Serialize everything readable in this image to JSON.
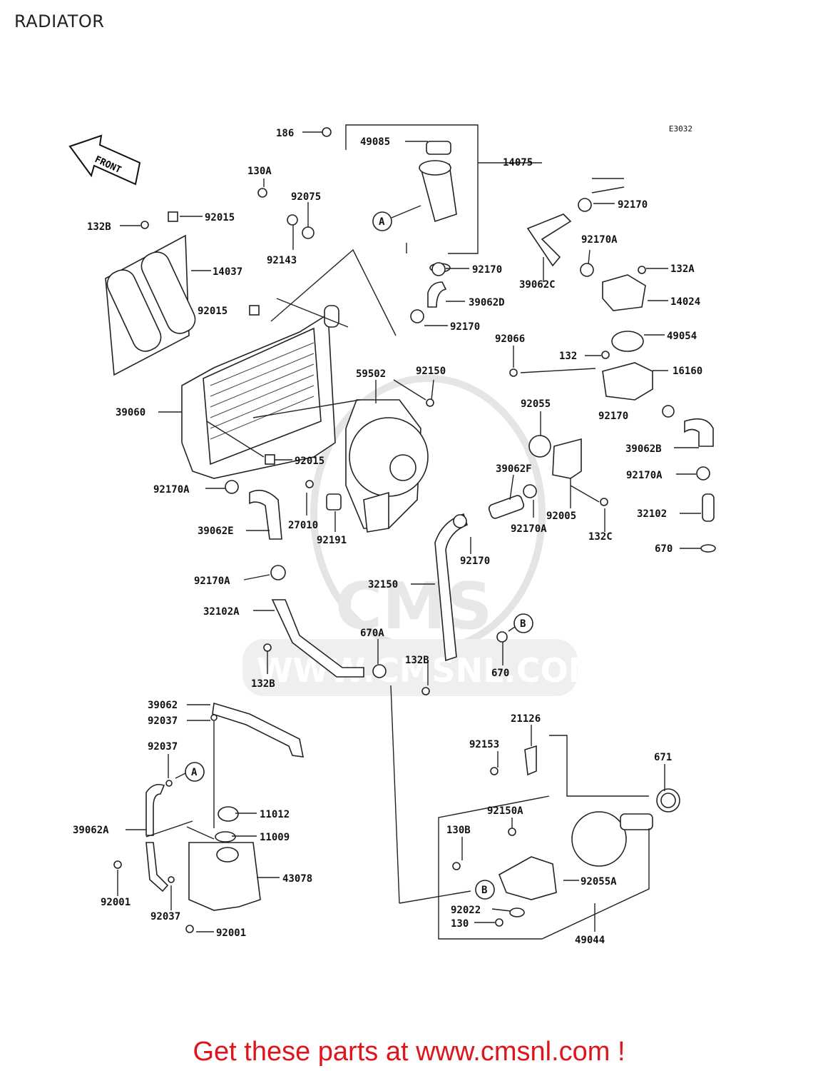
{
  "page": {
    "title": "RADIATOR",
    "diagram_code": "E3032"
  },
  "orientation": {
    "front_label": "FRONT"
  },
  "watermark": {
    "logo": "CMS",
    "url": "WWW.CMSNL.COM"
  },
  "callout_letters": [
    "A",
    "B"
  ],
  "parts": [
    {
      "label": "186"
    },
    {
      "label": "49085"
    },
    {
      "label": "14075"
    },
    {
      "label": "130A"
    },
    {
      "label": "92075"
    },
    {
      "label": "92015"
    },
    {
      "label": "132B"
    },
    {
      "label": "92143"
    },
    {
      "label": "14037"
    },
    {
      "label": "92170"
    },
    {
      "label": "92170A"
    },
    {
      "label": "132A"
    },
    {
      "label": "39062C"
    },
    {
      "label": "14024"
    },
    {
      "label": "39062D"
    },
    {
      "label": "92066"
    },
    {
      "label": "49054"
    },
    {
      "label": "132"
    },
    {
      "label": "16160"
    },
    {
      "label": "59502"
    },
    {
      "label": "92150"
    },
    {
      "label": "39060"
    },
    {
      "label": "92055"
    },
    {
      "label": "39062B"
    },
    {
      "label": "39062F"
    },
    {
      "label": "92170A"
    },
    {
      "label": "27010"
    },
    {
      "label": "92191"
    },
    {
      "label": "92005"
    },
    {
      "label": "32102"
    },
    {
      "label": "132C"
    },
    {
      "label": "670"
    },
    {
      "label": "39062E"
    },
    {
      "label": "92170A"
    },
    {
      "label": "32150"
    },
    {
      "label": "32102A"
    },
    {
      "label": "670A"
    },
    {
      "label": "132B"
    },
    {
      "label": "670"
    },
    {
      "label": "132B"
    },
    {
      "label": "39062"
    },
    {
      "label": "92037"
    },
    {
      "label": "21126"
    },
    {
      "label": "92153"
    },
    {
      "label": "671"
    },
    {
      "label": "92037"
    },
    {
      "label": "92150A"
    },
    {
      "label": "130B"
    },
    {
      "label": "11012"
    },
    {
      "label": "39062A"
    },
    {
      "label": "11009"
    },
    {
      "label": "43078"
    },
    {
      "label": "92055A"
    },
    {
      "label": "92001"
    },
    {
      "label": "92037"
    },
    {
      "label": "92022"
    },
    {
      "label": "130"
    },
    {
      "label": "92001"
    },
    {
      "label": "49044"
    },
    {
      "label": "92015"
    },
    {
      "label": "92170"
    },
    {
      "label": "92170"
    },
    {
      "label": "92170"
    }
  ],
  "footer": {
    "text": "Get these parts at www.cmsnl.com !",
    "color": "#e0141a"
  }
}
